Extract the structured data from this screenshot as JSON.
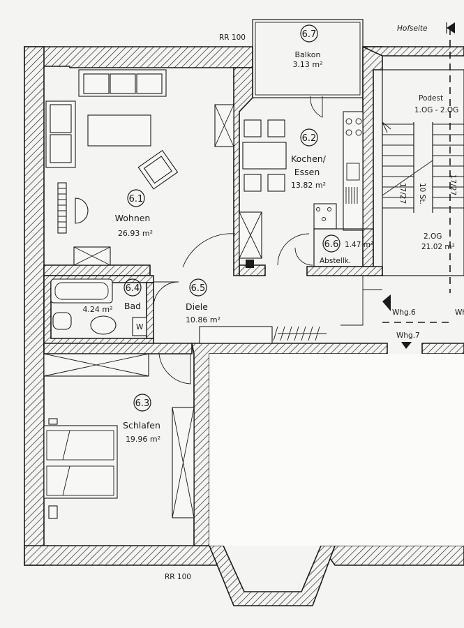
{
  "rooms": [
    {
      "num": "6.1",
      "name": "Wohnen",
      "area": "26.93 m²"
    },
    {
      "num": "6.2",
      "name1": "Kochen/",
      "name2": "Essen",
      "area": "13.82 m²"
    },
    {
      "num": "6.3",
      "name": "Schlafen",
      "area": "19.96 m²"
    },
    {
      "num": "6.4",
      "name": "Bad",
      "area": "4.24 m²"
    },
    {
      "num": "6.5",
      "name": "Diele",
      "area": "10.86 m²"
    },
    {
      "num": "6.6",
      "name": "Abstellk.",
      "area": "1.47 m²"
    },
    {
      "num": "6.7",
      "name": "Balkon",
      "area": "3.13 m²"
    }
  ],
  "stair": {
    "title": "Podest",
    "range": "1.OG - 2.OG",
    "floor": "2.OG",
    "area": "21.02 m²",
    "dims_left": "10 St.",
    "dims_a": "17/27",
    "dims_b": "17/27"
  },
  "labels": {
    "rr_top": "RR 100",
    "rr_bottom": "RR 100",
    "hofseite": "Hofseite",
    "whg6": "Whg.6",
    "whg7": "Whg.7",
    "wh_cut": "Wh",
    "w_box": "W"
  }
}
